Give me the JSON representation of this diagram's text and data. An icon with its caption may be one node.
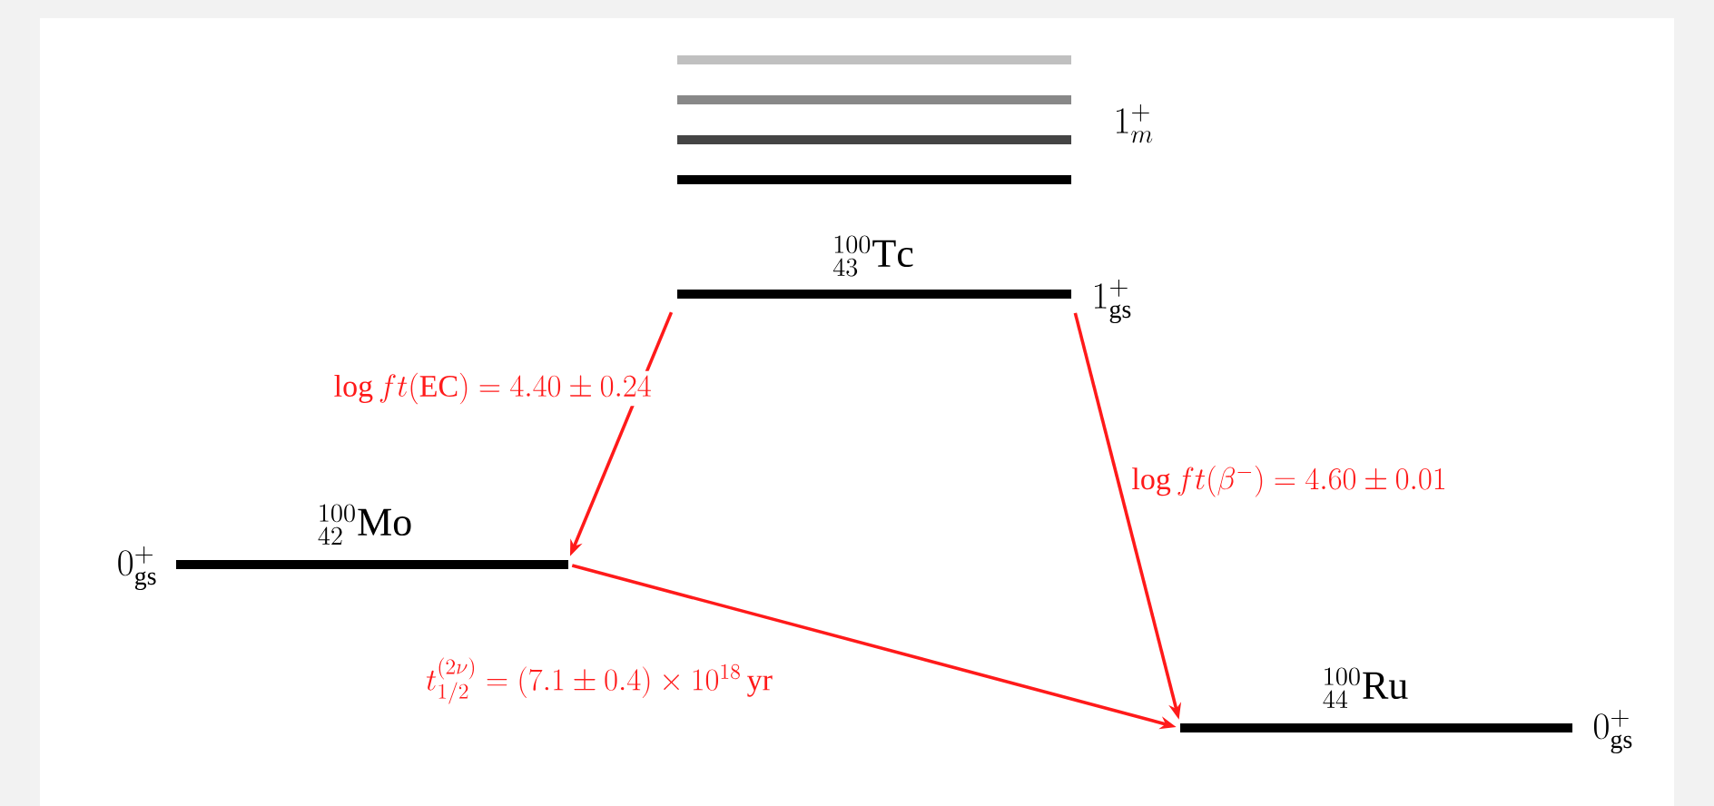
{
  "diagram": {
    "nodes": [
      {
        "text": [],
        "shape": "bar"
      },
      {
        "text": [],
        "shape": "bar"
      },
      {
        "text": [],
        "shape": "bar"
      },
      {
        "text": [],
        "shape": "bar"
      },
      {
        "text": [
          "{}^{100}_{43}\\mathrm{Tc}",
          "1^{+}_{\\mathrm{gs}}"
        ]
      },
      {
        "text": [
          "{}^{100}_{42}\\mathrm{Mo}",
          "0^{+}_{\\mathrm{gs}}"
        ]
      },
      {
        "text": [
          "{}^{100}_{44}\\mathrm{Ru}",
          "0^{+}_{\\mathrm{gs}}"
        ]
      }
    ],
    "edges": [
      {
        "from": 4,
        "to": 5,
        "arrow": "to",
        "label": "\\log ft(\\mathrm{EC}) = 4.40 \\pm 0.24"
      },
      {
        "from": 4,
        "to": 6,
        "arrow": "to",
        "label": "\\log ft(\\beta^{-}) = 4.60 \\pm 0.01"
      },
      {
        "from": 5,
        "to": 6,
        "arrow": "to",
        "label": "t^{(2\\nu)}_{1/2} = (7.1 \\pm 0.4) \\times 10^{18}\\,\\mathrm{yr}"
      }
    ],
    "labels": [
      "1^{+}_{m}"
    ]
  }
}
